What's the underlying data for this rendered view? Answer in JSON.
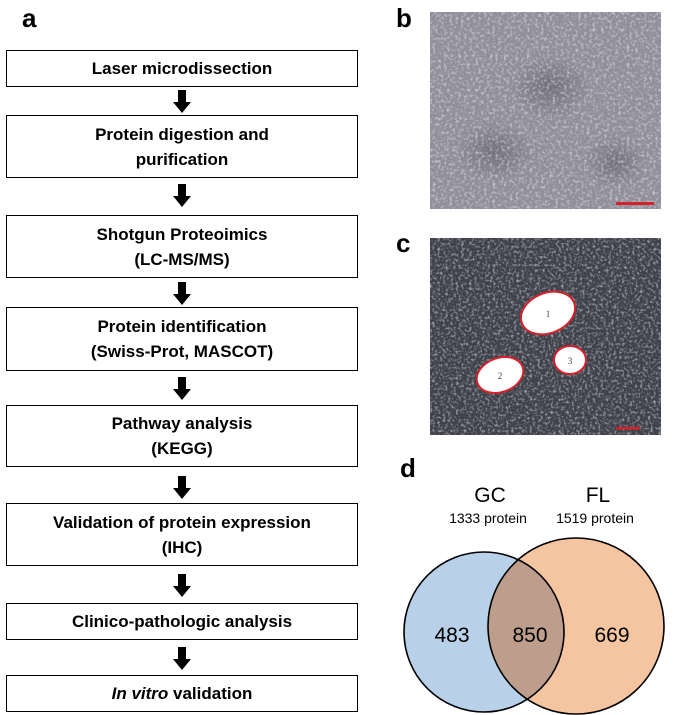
{
  "panels": {
    "a": "a",
    "b": "b",
    "c": "c",
    "d": "d"
  },
  "flowchart": {
    "steps": [
      {
        "lines": [
          "Laser microdissection"
        ]
      },
      {
        "lines": [
          "Protein digestion and",
          "purification"
        ]
      },
      {
        "lines": [
          "Shotgun Proteoimics",
          "(LC-MS/MS)"
        ]
      },
      {
        "lines": [
          "Protein identification",
          "(Swiss-Prot, MASCOT)"
        ]
      },
      {
        "lines": [
          "Pathway analysis",
          "(KEGG)"
        ]
      },
      {
        "lines": [
          "Validation of protein expression",
          "(IHC)"
        ]
      },
      {
        "lines": [
          "Clinico-pathologic analysis"
        ]
      },
      {
        "lines": [
          "In vitro",
          " validation"
        ]
      }
    ]
  },
  "micrograph_c": {
    "regions": [
      "1",
      "2",
      "3"
    ]
  },
  "venn": {
    "left": {
      "name": "GC",
      "count_label": "1333 protein",
      "unique": "483",
      "color": "#b8d1e8"
    },
    "right": {
      "name": "FL",
      "count_label": "1519 protein",
      "unique": "669",
      "color": "#f5c4a0"
    },
    "overlap": {
      "value": "850",
      "color": "#bd9d8b"
    }
  },
  "colors": {
    "outline_red": "#d8202a",
    "background": "#ffffff"
  }
}
